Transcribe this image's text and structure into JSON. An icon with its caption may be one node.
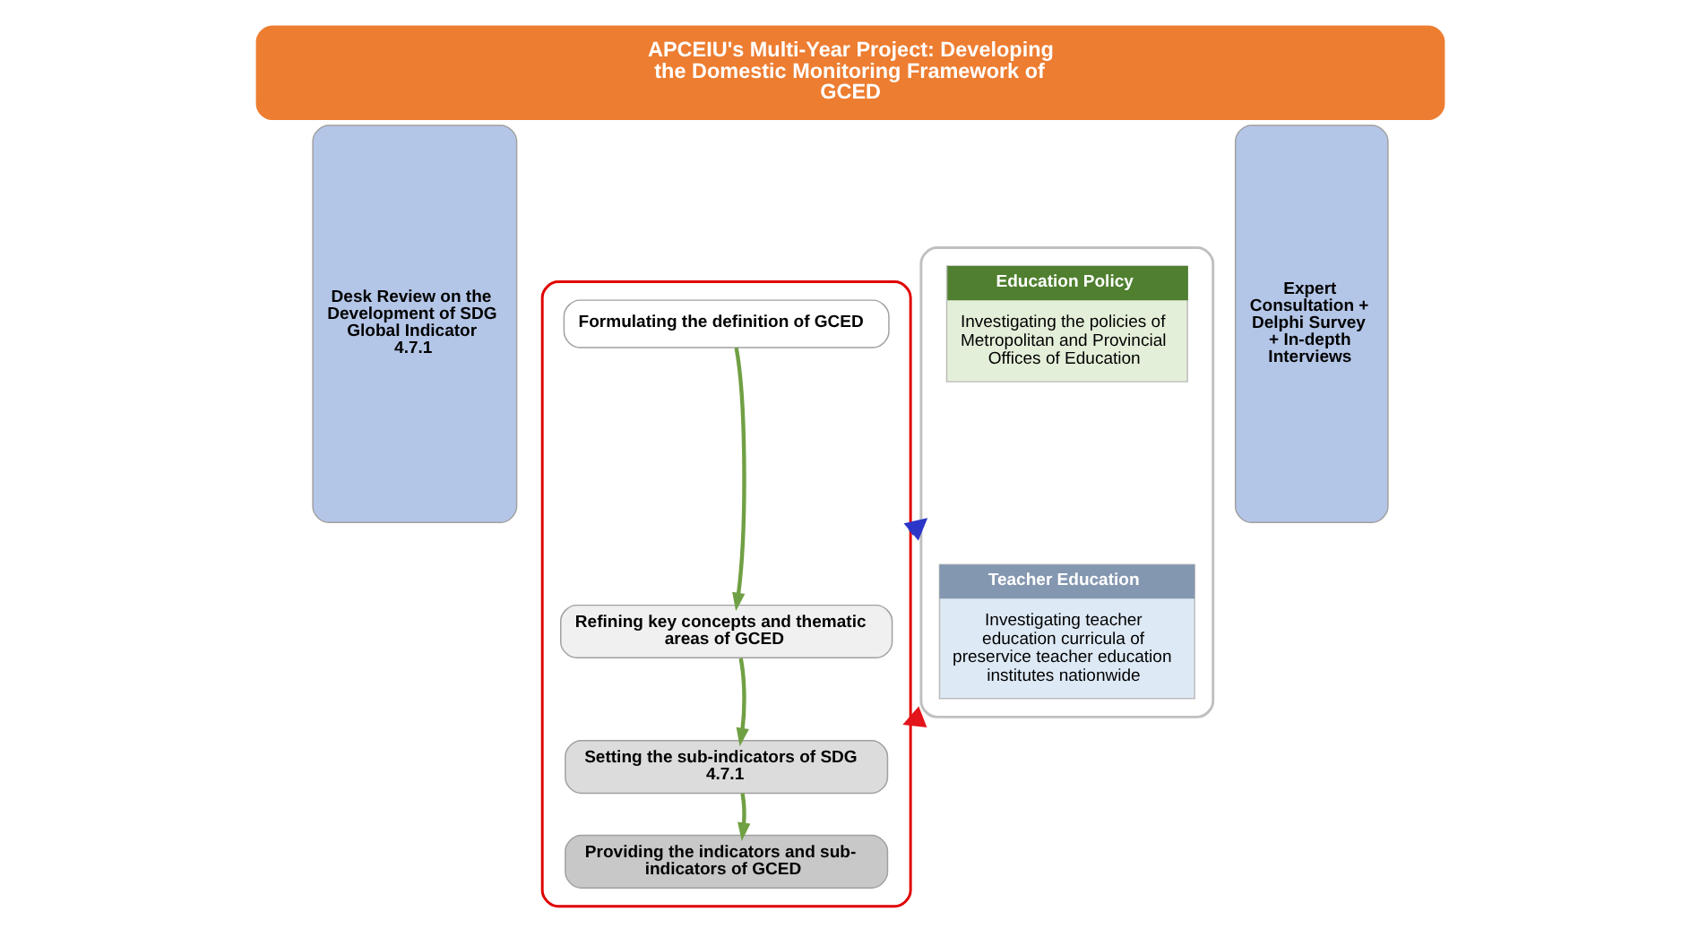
{
  "diagram": {
    "title": "APCEIU's Multi-Year Project: Developing the Domestic Monitoring Framework of GCED",
    "nodes": [
      {
        "text": [
          "Desk Review on the Development of SDG Global Indicator 4.7.1"
        ]
      },
      {
        "text": [],
        "shape": "box"
      },
      {
        "text": [
          "Formulating the definition of GCED"
        ],
        "in": 1
      },
      {
        "text": [
          "Refining key concepts and thematic areas of GCED"
        ],
        "in": 1
      },
      {
        "text": [
          "Setting the sub-indicators of SDG 4.7.1"
        ],
        "in": 1
      },
      {
        "text": [
          "Providing the indicators and sub-indicators of GCED"
        ],
        "in": 1
      },
      {
        "text": [],
        "shape": "box"
      },
      {
        "text": [
          "Education Policy",
          "Investigating the policies of Metropolitan and Provincial Offices of Education"
        ],
        "in": 6
      },
      {
        "text": [
          "Teacher Education",
          "Investigating teacher education curricula of preservice teacher education institutes nationwide"
        ],
        "in": 6
      },
      {
        "text": [
          "Expert Consultation + Delphi Survey + In-depth Interviews"
        ]
      }
    ],
    "edges": [
      {
        "from": 2,
        "to": 3,
        "arrow": "to"
      },
      {
        "from": 3,
        "to": 4,
        "arrow": "to"
      },
      {
        "from": 4,
        "to": 5,
        "arrow": "to"
      },
      {
        "from": 1,
        "to": 6,
        "arrow": "to",
        "style": "thick",
        "color": "#2b35c8"
      },
      {
        "from": 6,
        "to": 1,
        "arrow": "to",
        "style": "thick",
        "color": "#e3141c"
      }
    ]
  }
}
